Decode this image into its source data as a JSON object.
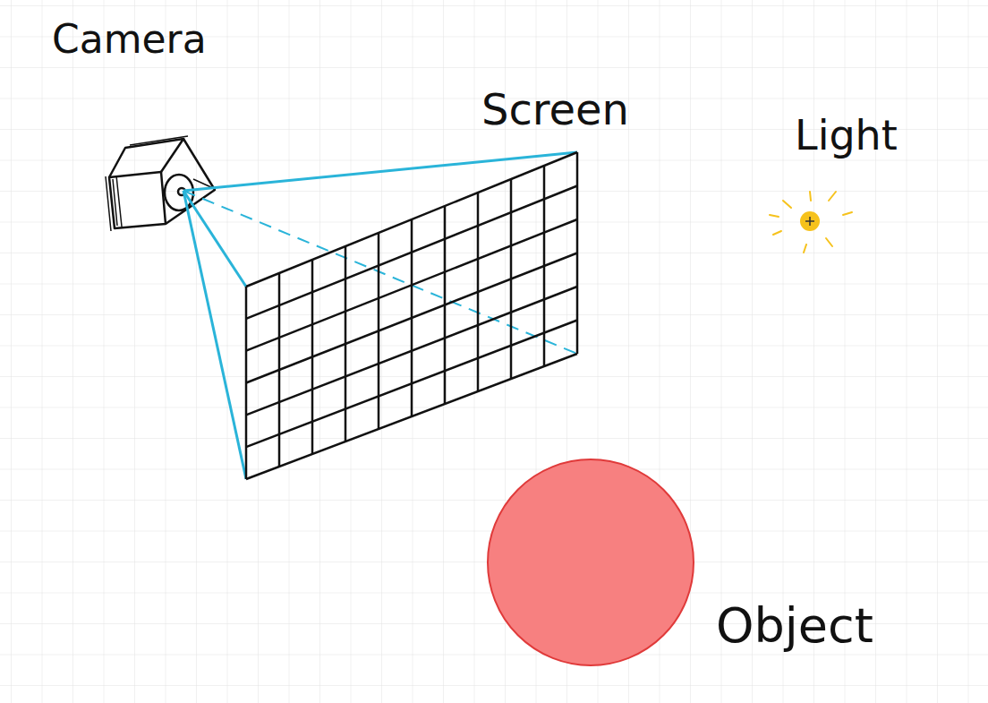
{
  "diagram": {
    "labels": [
      "Camera",
      "Screen",
      "Light",
      "Object"
    ]
  }
}
